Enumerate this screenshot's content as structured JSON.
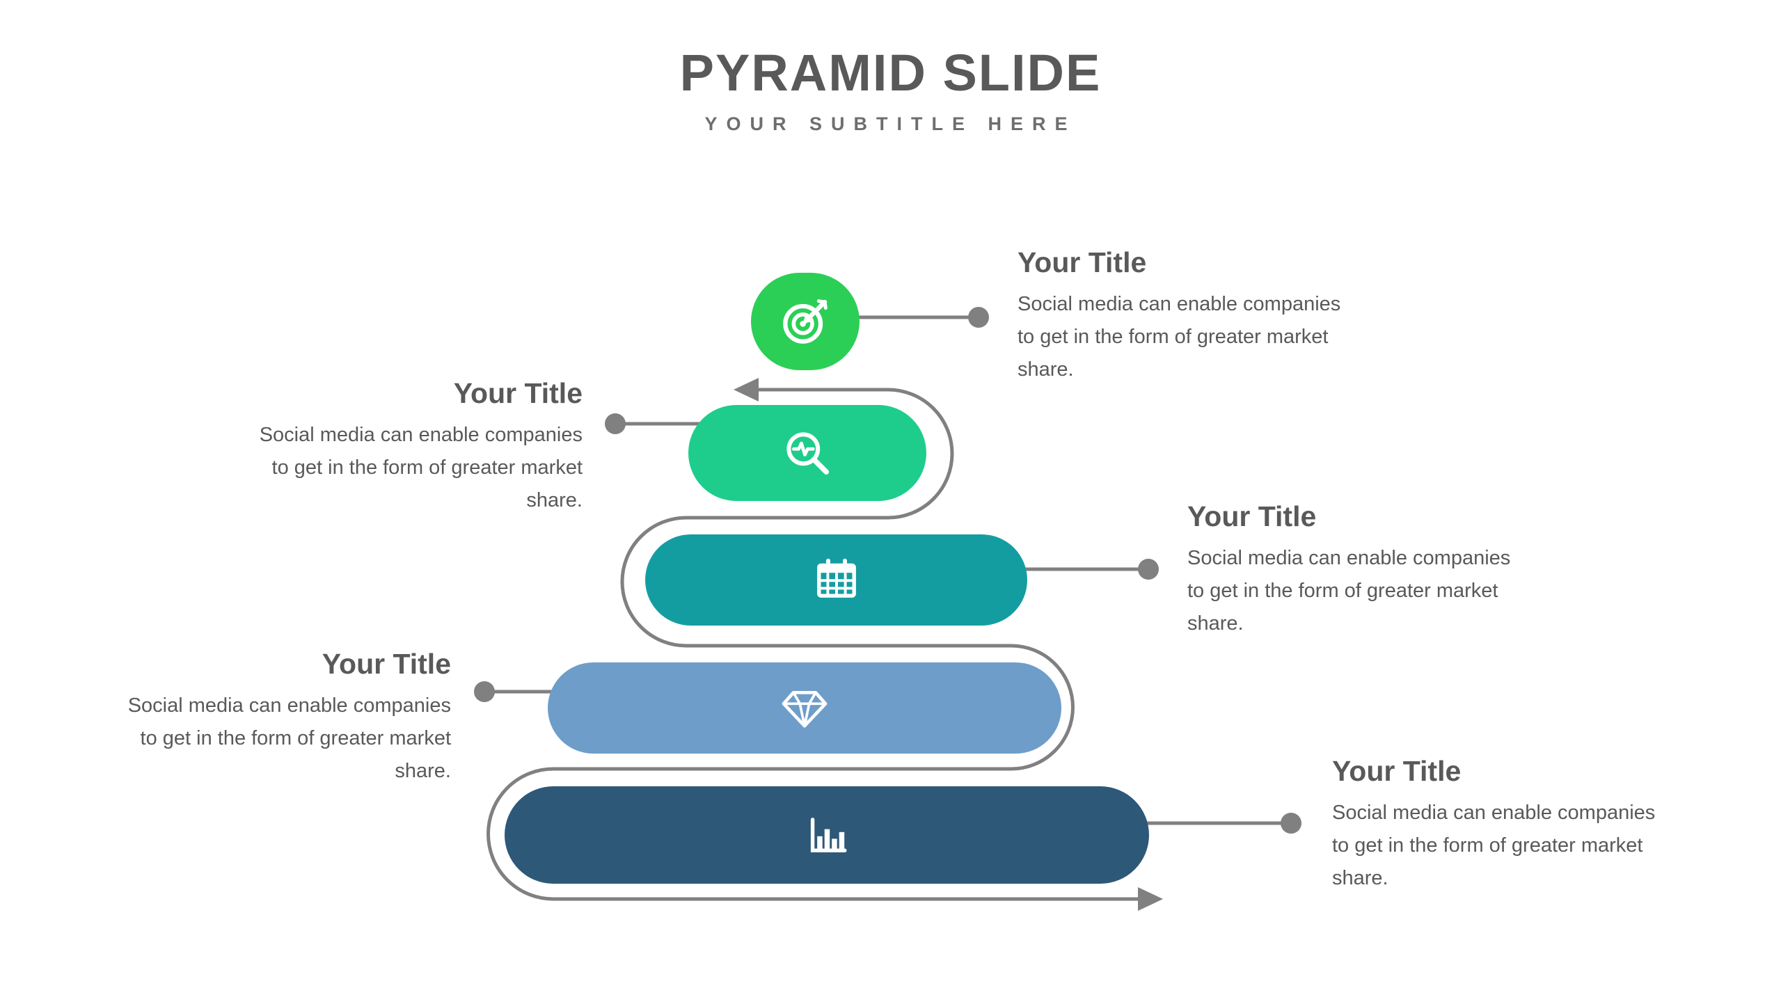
{
  "slide": {
    "title": "PYRAMID SLIDE",
    "subtitle": "YOUR SUBTITLE HERE",
    "background": "#ffffff",
    "title_color": "#595959",
    "subtitle_color": "#6e6e6e",
    "text_color": "#595959",
    "connector_color": "#808080",
    "icon_color": "#ffffff"
  },
  "pyramid": {
    "levels": [
      {
        "name": "level-1",
        "icon": "target-icon",
        "color": "#2bcf56"
      },
      {
        "name": "level-2",
        "icon": "search-pulse-icon",
        "color": "#1ecd8c"
      },
      {
        "name": "level-3",
        "icon": "calendar-icon",
        "color": "#149da1"
      },
      {
        "name": "level-4",
        "icon": "diamond-icon",
        "color": "#6f9dc9"
      },
      {
        "name": "level-5",
        "icon": "bar-chart-icon",
        "color": "#2e5878"
      }
    ]
  },
  "callouts": [
    {
      "title": "Your Title",
      "side": "right",
      "lines": [
        "Social media can enable companies",
        "to get in the form of greater market",
        "share."
      ]
    },
    {
      "title": "Your Title",
      "side": "left",
      "lines": [
        "Social media can enable companies",
        "to get in the form of greater market",
        "share."
      ]
    },
    {
      "title": "Your Title",
      "side": "right",
      "lines": [
        "Social media can enable companies",
        "to get in the form of greater market",
        "share."
      ]
    },
    {
      "title": "Your Title",
      "side": "left",
      "lines": [
        "Social media can enable companies",
        "to get in the form of greater market",
        "share."
      ]
    },
    {
      "title": "Your Title",
      "side": "right",
      "lines": [
        "Social media can enable companies",
        "to get in the form of greater market",
        "share."
      ]
    }
  ]
}
